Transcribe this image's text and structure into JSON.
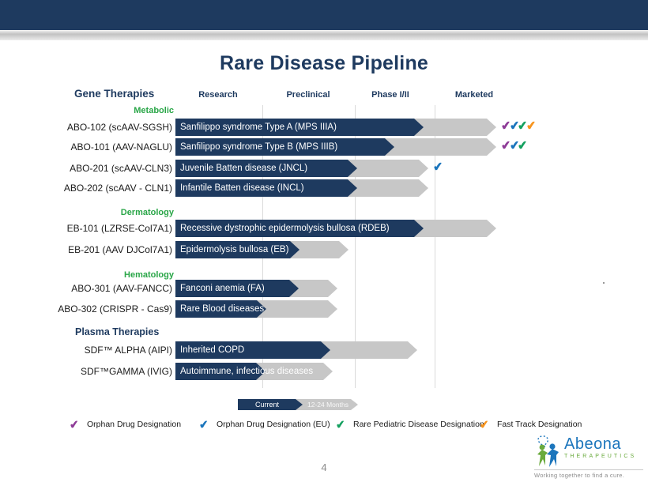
{
  "header": {
    "title": "Rare Disease Pipeline"
  },
  "table": {
    "left_header": "Gene Therapies",
    "columns": [
      "Research",
      "Preclinical",
      "Phase I/II",
      "Marketed"
    ],
    "sections": [
      {
        "name": "Metabolic"
      },
      {
        "name": "Dermatology"
      },
      {
        "name": "Hematology"
      },
      {
        "name": "Plasma Therapies"
      }
    ],
    "rows": [
      {
        "product": "ABO-102 (scAAV-SGSH)",
        "indication": "Sanfilippo syndrome Type A (MPS IIIA)",
        "dark_end": 536,
        "gray_end": 628,
        "designations": [
          "purple",
          "blue",
          "green",
          "orange"
        ]
      },
      {
        "product": "ABO-101 (AAV-NAGLU)",
        "indication": "Sanfilippo syndrome Type B (MPS IIIB)",
        "dark_end": 499,
        "gray_end": 628,
        "designations": [
          "purple",
          "blue",
          "green"
        ]
      },
      {
        "product": "ABO-201 (scAAV-CLN3)",
        "indication": "Juvenile Batten disease (JNCL)",
        "dark_end": 452,
        "gray_end": 542,
        "designations": [
          "blue"
        ]
      },
      {
        "product": "ABO-202 (scAAV - CLN1)",
        "indication": "Infantile Batten disease (INCL)",
        "dark_end": 452,
        "gray_end": 542,
        "designations": []
      },
      {
        "product": "EB-101 (LZRSE-Col7A1)",
        "indication": "Recessive dystrophic epidermolysis bullosa (RDEB)",
        "dark_end": 536,
        "gray_end": 628,
        "designations": []
      },
      {
        "product": "EB-201 (AAV DJCol7A1)",
        "indication": "Epidermolysis bullosa (EB)",
        "dark_end": 379,
        "gray_end": 441,
        "designations": []
      },
      {
        "product": "ABO-301 (AAV-FANCC)",
        "indication": "Fanconi anemia (FA)",
        "dark_end": 378,
        "gray_end": 427,
        "designations": []
      },
      {
        "product": "ABO-302 (CRISPR - Cas9)",
        "indication": "Rare Blood diseases",
        "dark_end": 337,
        "gray_end": 427,
        "designations": []
      },
      {
        "product": "SDF™ ALPHA (AIPI)",
        "indication": "Inherited COPD",
        "dark_end": 418,
        "gray_end": 528,
        "designations": []
      },
      {
        "product": "SDF™GAMMA (IVIG)",
        "indication": "Autoimmune, infectious diseases",
        "dark_end": 336,
        "gray_end": 421,
        "designations": []
      }
    ]
  },
  "stage_legend": {
    "current": "Current",
    "future": "12-24 Months"
  },
  "designation_legend": [
    {
      "color": "purple",
      "label": "Orphan Drug  Designation"
    },
    {
      "color": "blue",
      "label": "Orphan Drug  Designation (EU)"
    },
    {
      "color": "green",
      "label": "Rare Pediatric Disease Designation"
    },
    {
      "color": "orange",
      "label": "Fast Track Designation"
    }
  ],
  "icons": {
    "designation_check": "✔"
  },
  "colors": {
    "navy": "#1e3a5f",
    "bar_gray": "#c7c7c7",
    "section_green": "#2aa648",
    "designations": {
      "purple": "#8e3c97",
      "blue": "#1b75bc",
      "green": "#14a05f",
      "orange": "#f7941e"
    },
    "logo_blue": "#1b75bc",
    "logo_green": "#6aaa3d"
  },
  "footer": {
    "page": "4"
  },
  "logo": {
    "name": "Abeona",
    "sub": "THERAPEUTICS",
    "tagline": "Working together to find a cure."
  }
}
